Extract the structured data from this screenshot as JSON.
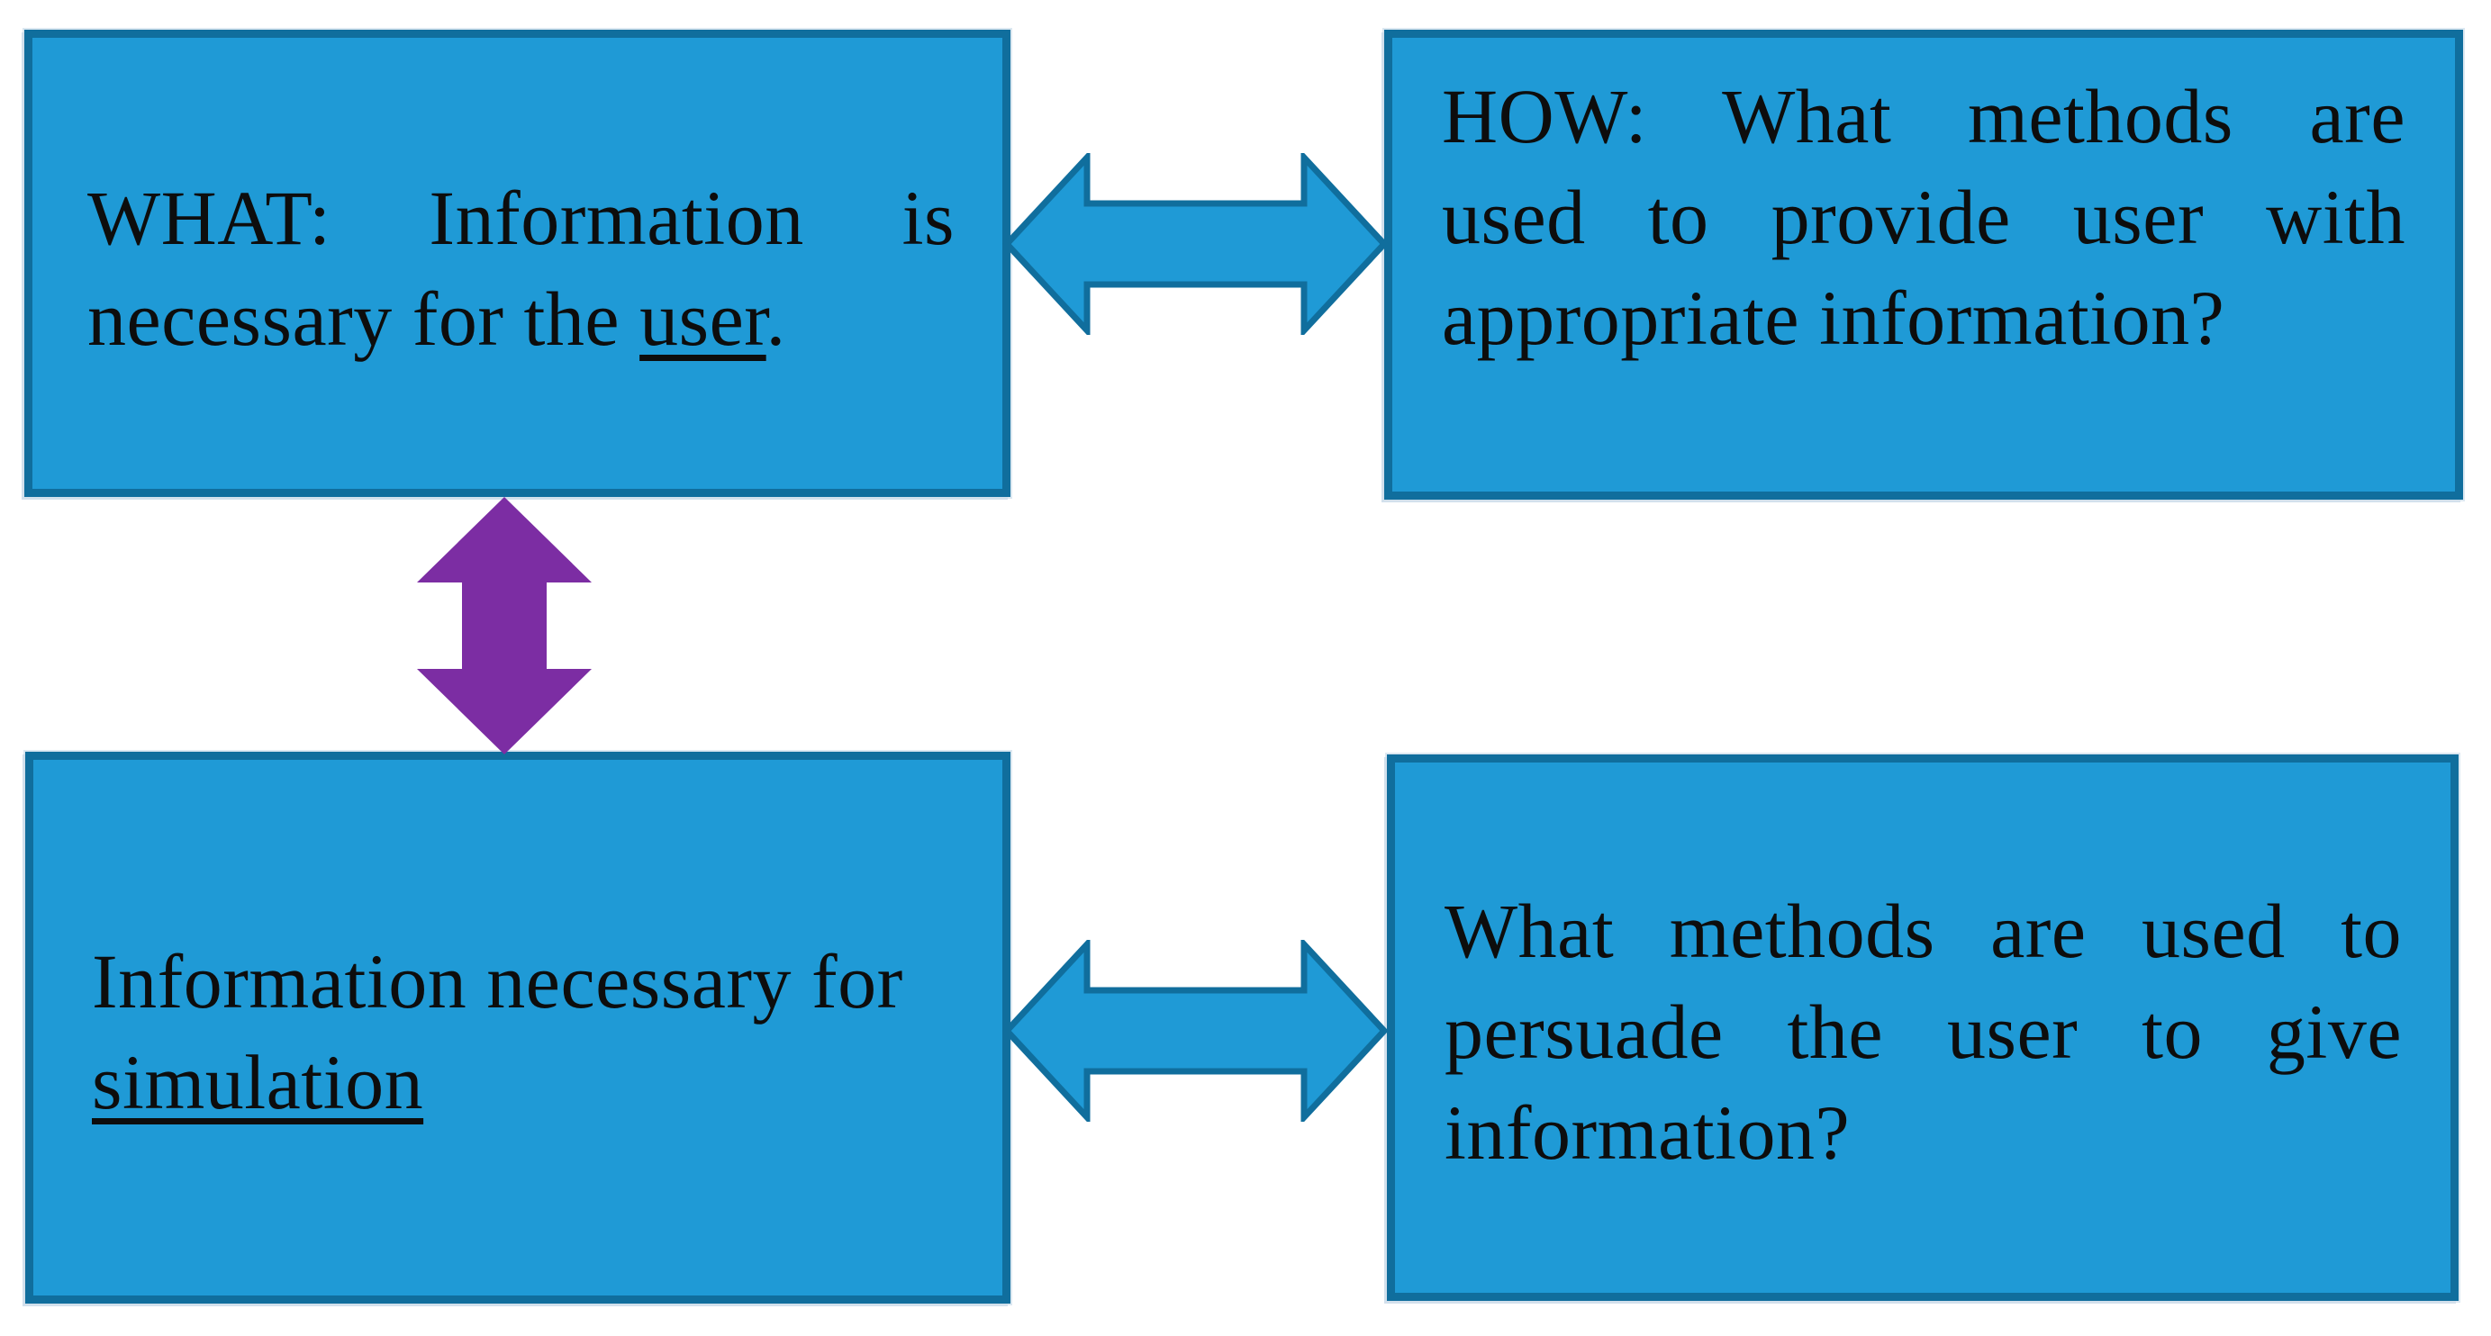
{
  "colors": {
    "page_bg": "#ffffff",
    "box_fill": "#1f9ad6",
    "box_border": "#106e9d",
    "arrow_fill": "#1f9ad6",
    "arrow_border": "#106e9d",
    "vertical_arrow_fill": "#7c2da3",
    "text": "#0d0d0d"
  },
  "icons": {
    "top_arrow": "double-headed-horizontal-arrow",
    "bottom_arrow": "double-headed-horizontal-arrow",
    "left_arrow": "double-headed-vertical-arrow"
  },
  "boxes": {
    "top_left": {
      "line1": "WHAT: Information is",
      "line2_pre": "necessary for the ",
      "line2_underlined": "user",
      "line2_post": "."
    },
    "top_right": {
      "line1": "HOW: What methods are",
      "line2": "used to provide user with",
      "line3": "appropriate information?"
    },
    "bottom_left": {
      "line1": "Information necessary for",
      "line2_underlined": "simulation"
    },
    "bottom_right": {
      "line1": "What methods are used to",
      "line2": "persuade the user to give",
      "line3": "information?"
    }
  }
}
